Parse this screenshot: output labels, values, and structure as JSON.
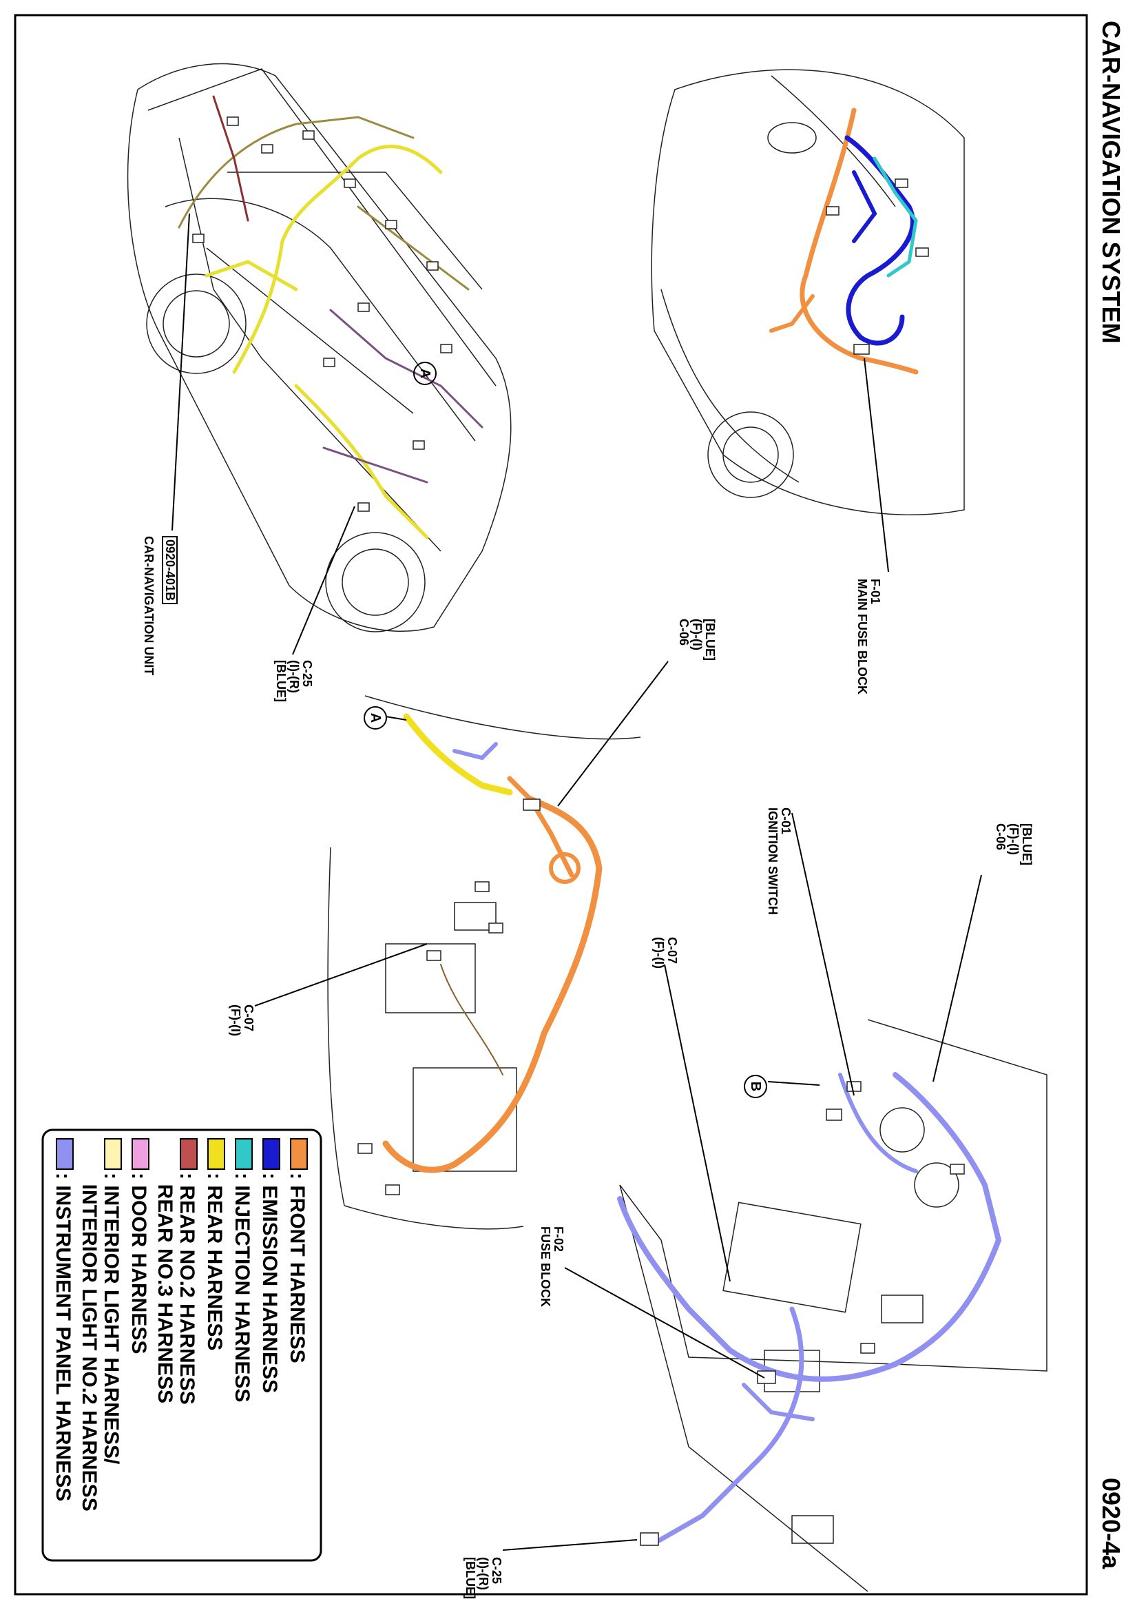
{
  "header": {
    "title": "CAR-NAVIGATION SYSTEM",
    "page_code": "0920-4a"
  },
  "callouts": {
    "car_nav_code": "0920-401B",
    "car_nav_name": "CAR-NAVIGATION UNIT",
    "c25_top": "C-25\n(I)-(R)\n[BLUE]",
    "c06_mid": "[BLUE]\n(F)-(I)\nC-06",
    "f01": "F-01\nMAIN FUSE BLOCK",
    "c06_right": "[BLUE]\n(F)-(I)\nC-06",
    "c01": "C-01\nIGNITION SWITCH",
    "c07_right": "C-07\n(F)-(I)",
    "c07_left": "C-07\n(F)-(I)",
    "f02": "F-02\nFUSE BLOCK",
    "c25_bottom": "C-25\n(I)-(R)\n[BLUE]",
    "marker_a": "A",
    "marker_b": "B"
  },
  "legend": {
    "items": [
      {
        "color": "#f09040",
        "label": ": FRONT HARNESS"
      },
      {
        "color": "#1a1ad0",
        "label": ": EMISSION HARNESS"
      },
      {
        "color": "#30c8c8",
        "label": ": INJECTION HARNESS"
      },
      {
        "color": "#f0e020",
        "label": ": REAR HARNESS"
      },
      {
        "color": "#c05050",
        "label": ": REAR NO.2 HARNESS\n  REAR NO.3 HARNESS"
      },
      {
        "color": "#f0a0e0",
        "label": ": DOOR HARNESS"
      },
      {
        "color": "#fff4b0",
        "label": ": INTERIOR LIGHT HARNESS/\n  INTERIOR LIGHT NO.2 HARNESS"
      },
      {
        "color": "#9090f0",
        "label": ": INSTRUMENT PANEL HARNESS"
      }
    ]
  }
}
